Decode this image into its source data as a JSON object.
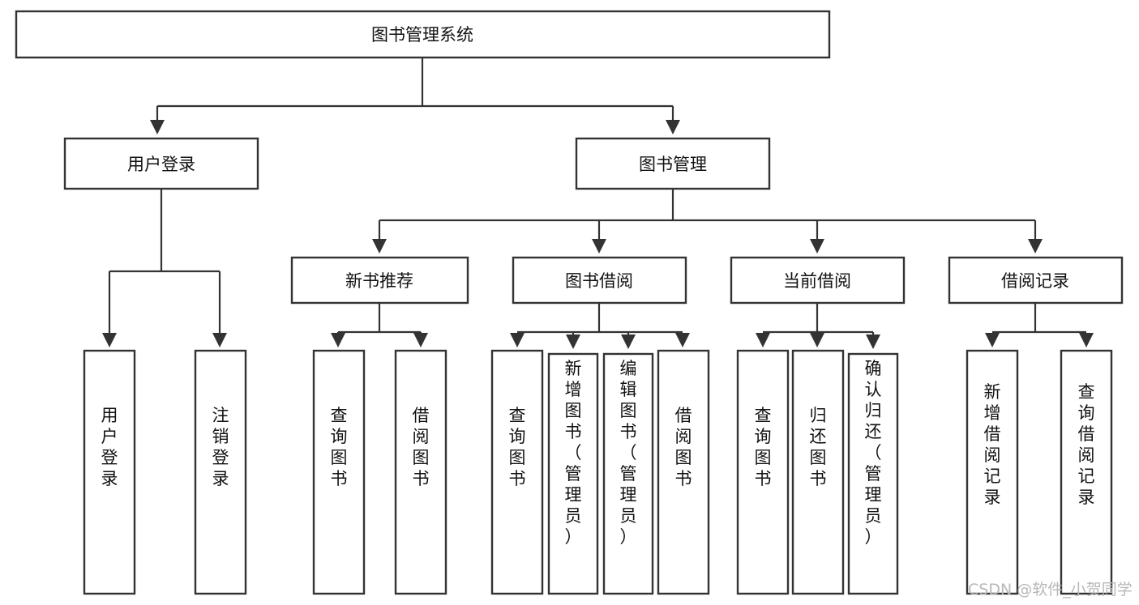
{
  "diagram": {
    "type": "tree-hierarchy-chart",
    "title": "图书管理系统",
    "colors": {
      "stroke": "#333333",
      "fill": "#ffffff",
      "text": "#111111",
      "watermark": "#b8b8b8",
      "background": "#ffffff"
    },
    "levels": [
      {
        "level": 1,
        "nodes": [
          {
            "id": "root",
            "label": "图书管理系统",
            "orientation": "horizontal"
          }
        ]
      },
      {
        "level": 2,
        "nodes": [
          {
            "id": "login",
            "label": "用户登录",
            "orientation": "horizontal",
            "parent": "root"
          },
          {
            "id": "bookmgmt",
            "label": "图书管理",
            "orientation": "horizontal",
            "parent": "root"
          }
        ]
      },
      {
        "level": 3,
        "nodes": [
          {
            "id": "newbook",
            "label": "新书推荐",
            "orientation": "horizontal",
            "parent": "bookmgmt"
          },
          {
            "id": "borrow",
            "label": "图书借阅",
            "orientation": "horizontal",
            "parent": "bookmgmt"
          },
          {
            "id": "current",
            "label": "当前借阅",
            "orientation": "horizontal",
            "parent": "bookmgmt"
          },
          {
            "id": "records",
            "label": "借阅记录",
            "orientation": "horizontal",
            "parent": "bookmgmt"
          }
        ]
      },
      {
        "level": 4,
        "nodes": [
          {
            "id": "leaf-user-login",
            "label": "用户登录",
            "orientation": "vertical",
            "parent": "login"
          },
          {
            "id": "leaf-user-logout",
            "label": "注销登录",
            "orientation": "vertical",
            "parent": "login"
          },
          {
            "id": "leaf-query-book-1",
            "label": "查询图书",
            "orientation": "vertical",
            "parent": "newbook"
          },
          {
            "id": "leaf-borrow-book-1",
            "label": "借阅图书",
            "orientation": "vertical",
            "parent": "newbook"
          },
          {
            "id": "leaf-query-book-2",
            "label": "查询图书",
            "orientation": "vertical",
            "parent": "borrow"
          },
          {
            "id": "leaf-add-book",
            "label": "新增图书（管理员）",
            "orientation": "vertical",
            "parent": "borrow"
          },
          {
            "id": "leaf-edit-book",
            "label": "编辑图书（管理员）",
            "orientation": "vertical",
            "parent": "borrow"
          },
          {
            "id": "leaf-borrow-book-2",
            "label": "借阅图书",
            "orientation": "vertical",
            "parent": "borrow"
          },
          {
            "id": "leaf-query-book-3",
            "label": "查询图书",
            "orientation": "vertical",
            "parent": "current"
          },
          {
            "id": "leaf-return-book",
            "label": "归还图书",
            "orientation": "vertical",
            "parent": "current"
          },
          {
            "id": "leaf-confirm-return",
            "label": "确认归还（管理员）",
            "orientation": "vertical",
            "parent": "current"
          },
          {
            "id": "leaf-add-record",
            "label": "新增借阅记录",
            "orientation": "vertical",
            "parent": "records"
          },
          {
            "id": "leaf-query-record",
            "label": "查询借阅记录",
            "orientation": "vertical",
            "parent": "records"
          }
        ]
      }
    ]
  },
  "watermark": {
    "label": "CSDN @软件_小贺同学"
  }
}
